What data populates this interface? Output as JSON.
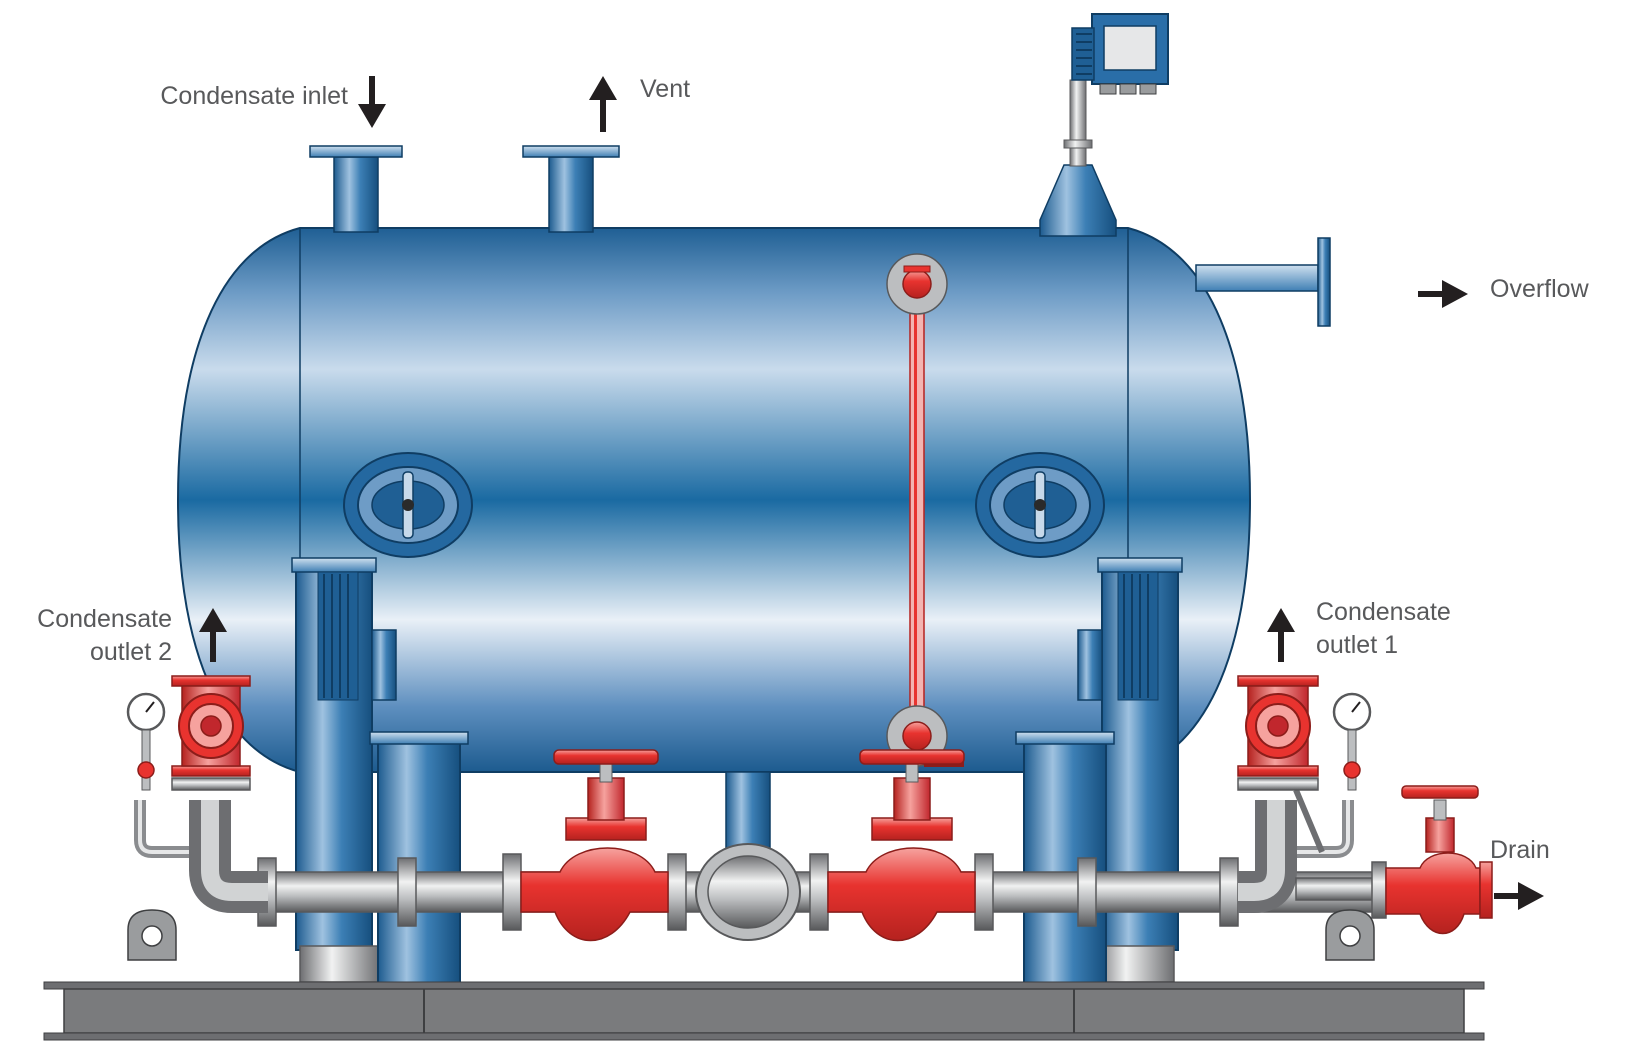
{
  "labels": {
    "condensate_inlet": "Condensate inlet",
    "vent": "Vent",
    "overflow": "Overflow",
    "outlet2_line1": "Condensate",
    "outlet2_line2": "outlet 2",
    "outlet1_line1": "Condensate",
    "outlet1_line2": "outlet 1",
    "drain": "Drain"
  },
  "colors": {
    "tank": "#1a6fa8",
    "tank_highlight": "#c7d9ea",
    "valve": "#e8332f",
    "steel": "#b3b5b8",
    "base": "#7a7b7d",
    "arrow": "#231f20",
    "text": "#58595b"
  }
}
